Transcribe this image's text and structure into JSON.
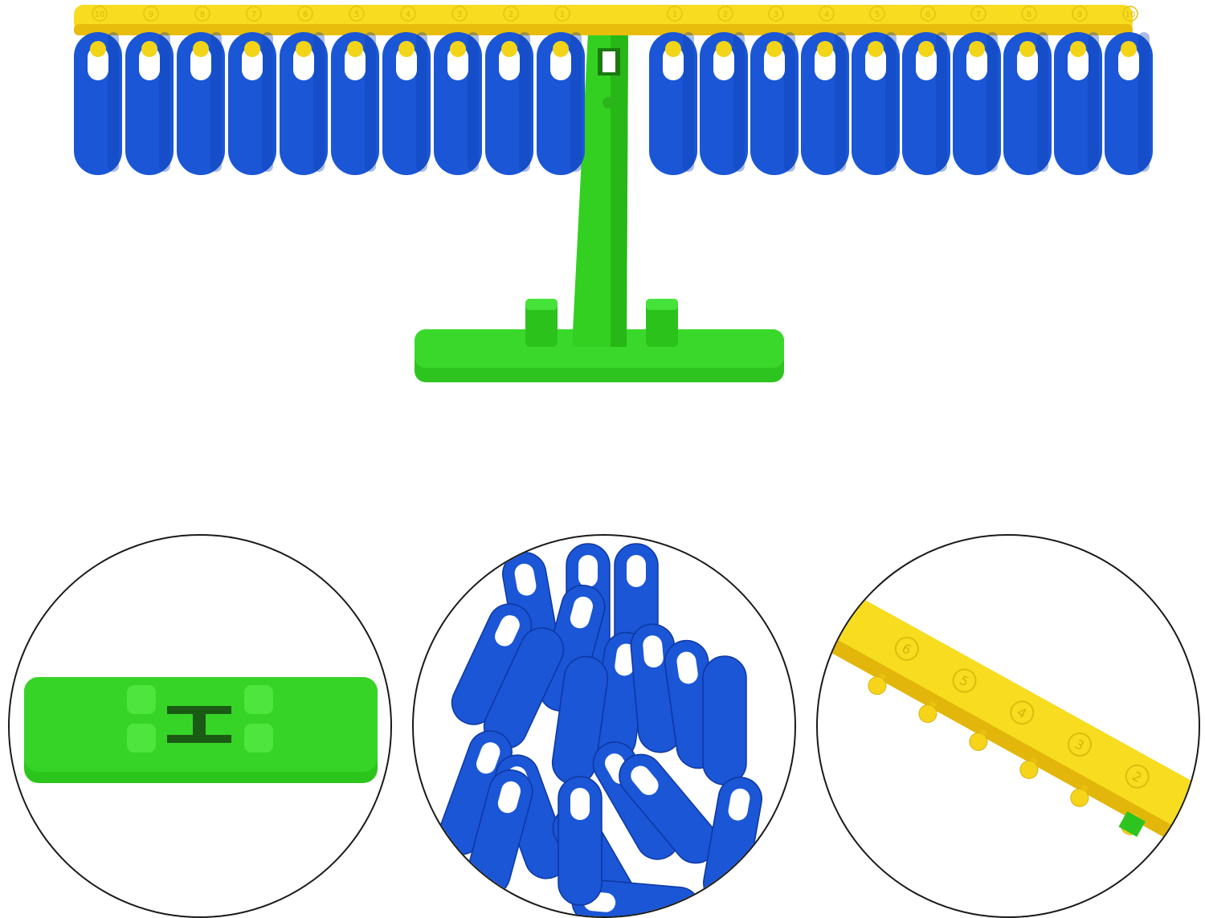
{
  "product": {
    "name": "number balance toy",
    "beam_numbers_left": [
      "10",
      "9",
      "8",
      "7",
      "6",
      "5",
      "4",
      "3",
      "2",
      "1"
    ],
    "beam_numbers_right": [
      "1",
      "2",
      "3",
      "4",
      "5",
      "6",
      "7",
      "8",
      "9",
      "10"
    ],
    "peg_count": 20
  },
  "details": [
    {
      "name": "base-detail",
      "subject": "green base top view"
    },
    {
      "name": "weights-detail",
      "subject": "blue weights pile"
    },
    {
      "name": "beam-detail",
      "subject": "yellow beam close-up",
      "visible_numbers": [
        "6",
        "5",
        "4",
        "3",
        "2"
      ]
    }
  ],
  "colors": {
    "beam_yellow": "#f7dc1f",
    "beam_shadow": "#e3b80a",
    "weight_blue": "#1a56d6",
    "weight_blue_dark": "#0f3fb0",
    "stand_green": "#34d624",
    "stand_green_dark": "#22b015",
    "peg_yellow": "#f2d518",
    "circle_border": "#1a1a1a"
  }
}
